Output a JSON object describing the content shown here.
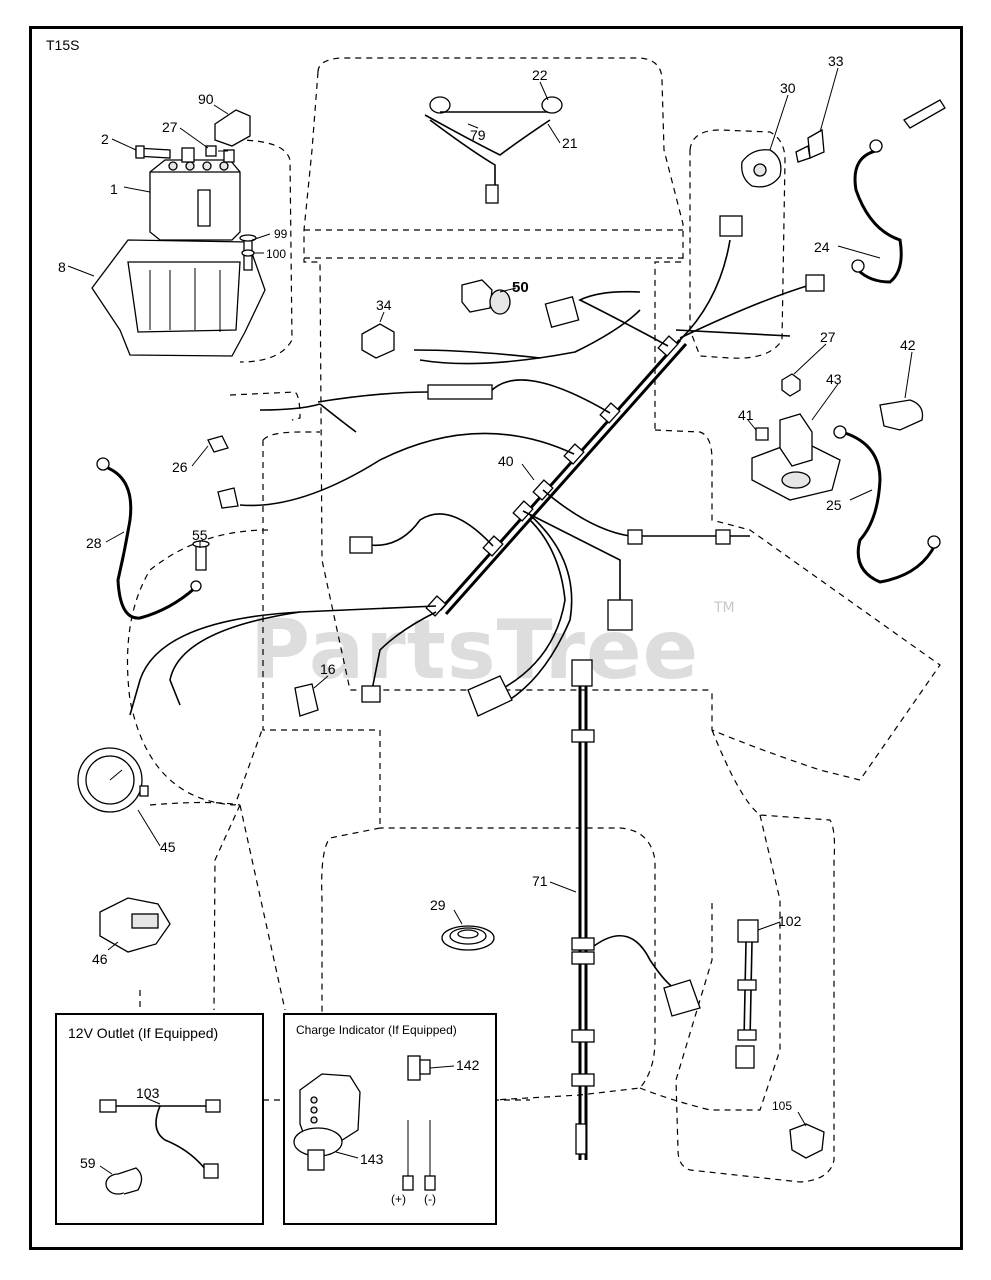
{
  "diagram": {
    "code": "T15S",
    "watermark": "PartsTree",
    "watermark_tm": "TM",
    "insets": {
      "outlet": {
        "title": "12V Outlet  (If Equipped)"
      },
      "charge": {
        "title": "Charge Indicator (If Equipped)",
        "plus": "(+)",
        "minus": "(-)"
      }
    },
    "callouts": [
      "1",
      "2",
      "8",
      "16",
      "21",
      "22",
      "24",
      "25",
      "26",
      "27",
      "27",
      "28",
      "29",
      "30",
      "33",
      "34",
      "40",
      "41",
      "42",
      "43",
      "45",
      "46",
      "50",
      "55",
      "59",
      "71",
      "79",
      "90",
      "99",
      "100",
      "102",
      "103",
      "105",
      "142",
      "143"
    ]
  }
}
